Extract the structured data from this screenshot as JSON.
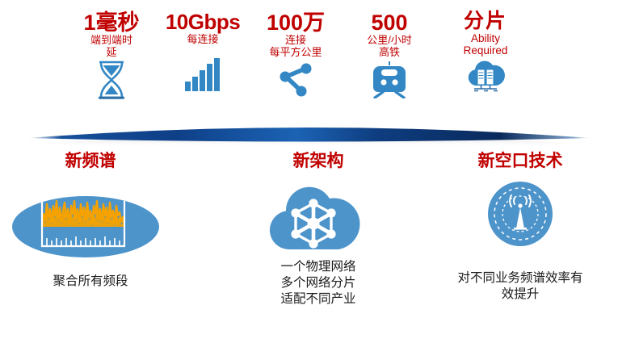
{
  "colors": {
    "red": "#C00000",
    "blue": "#2E86C1",
    "icon_blue": "#3287C4",
    "deep_blue": "#0B3C7E",
    "orange": "#F5A200",
    "body_text": "#1a1a1a",
    "background": "#FFFFFF"
  },
  "top_metrics": [
    {
      "headline": "1毫秒",
      "sub": "端到端时\n延",
      "icon": "hourglass-icon"
    },
    {
      "headline": "10Gbps",
      "sub": "每连接",
      "icon": "signal-bars-icon"
    },
    {
      "headline": "100万",
      "sub": "连接\n每平方公里",
      "icon": "share-network-icon"
    },
    {
      "headline": "500",
      "sub": "公里/小时\n高铁",
      "icon": "train-icon"
    },
    {
      "headline": "分片",
      "sub": "Ability\nRequired",
      "icon": "cloud-server-icon"
    }
  ],
  "divider": {
    "name": "blue-arc-divider"
  },
  "pillars": [
    {
      "title": "新频谱",
      "caption": "聚合所有频段",
      "icon": "spectrum-analyzer-icon"
    },
    {
      "title": "新架构",
      "caption": "一个物理网络\n多个网络分片\n适配不同产业",
      "icon": "cloud-mesh-icon"
    },
    {
      "title": "新空口技术",
      "caption": "对不同业务频谱效率有\n效提升",
      "icon": "antenna-tower-icon"
    }
  ]
}
